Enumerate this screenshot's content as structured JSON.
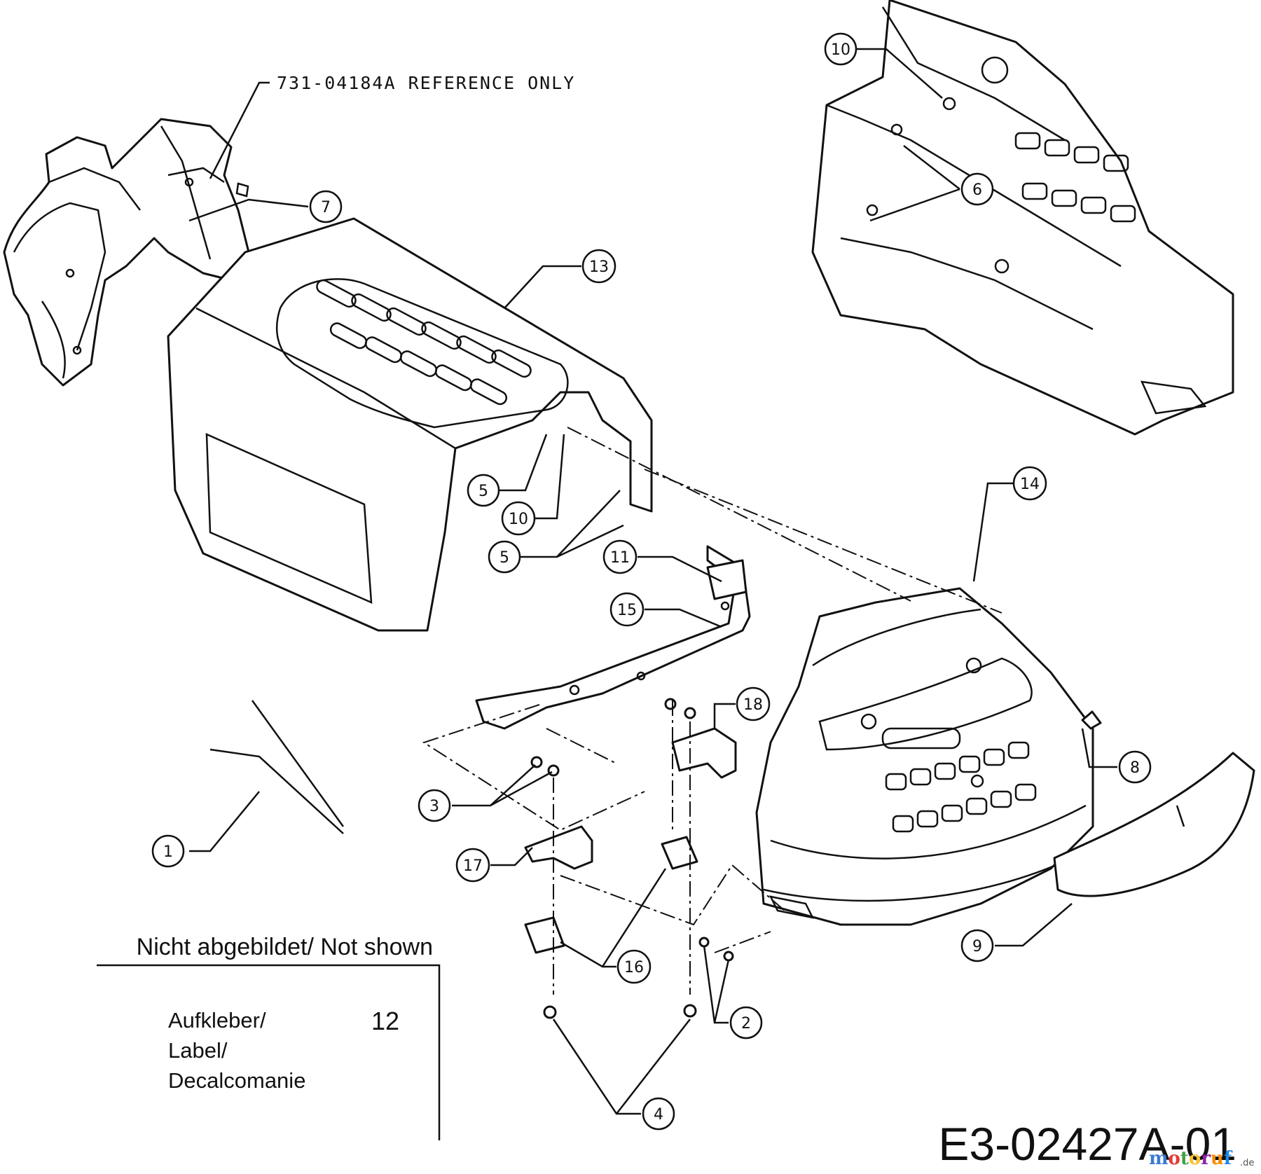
{
  "reference_note": "731-04184A REFERENCE ONLY",
  "callouts": [
    "10",
    "6",
    "7",
    "13",
    "5",
    "10",
    "5",
    "14",
    "11",
    "15",
    "18",
    "8",
    "3",
    "1",
    "17",
    "16",
    "2",
    "9",
    "4"
  ],
  "not_shown": {
    "title": "Nicht abgebildet/ Not shown",
    "item_label_lines": [
      "Aufkleber/",
      "Label/",
      "Decalcomanie"
    ],
    "item_number": "12"
  },
  "diagram_id": "E3-02427A-01",
  "watermark": {
    "text": "motoruf",
    "suffix": ".de",
    "colors": [
      "#3a7bd5",
      "#e53935",
      "#43a047",
      "#fbc02d",
      "#8e24aa",
      "#fb8c00",
      "#1e88e5"
    ]
  }
}
